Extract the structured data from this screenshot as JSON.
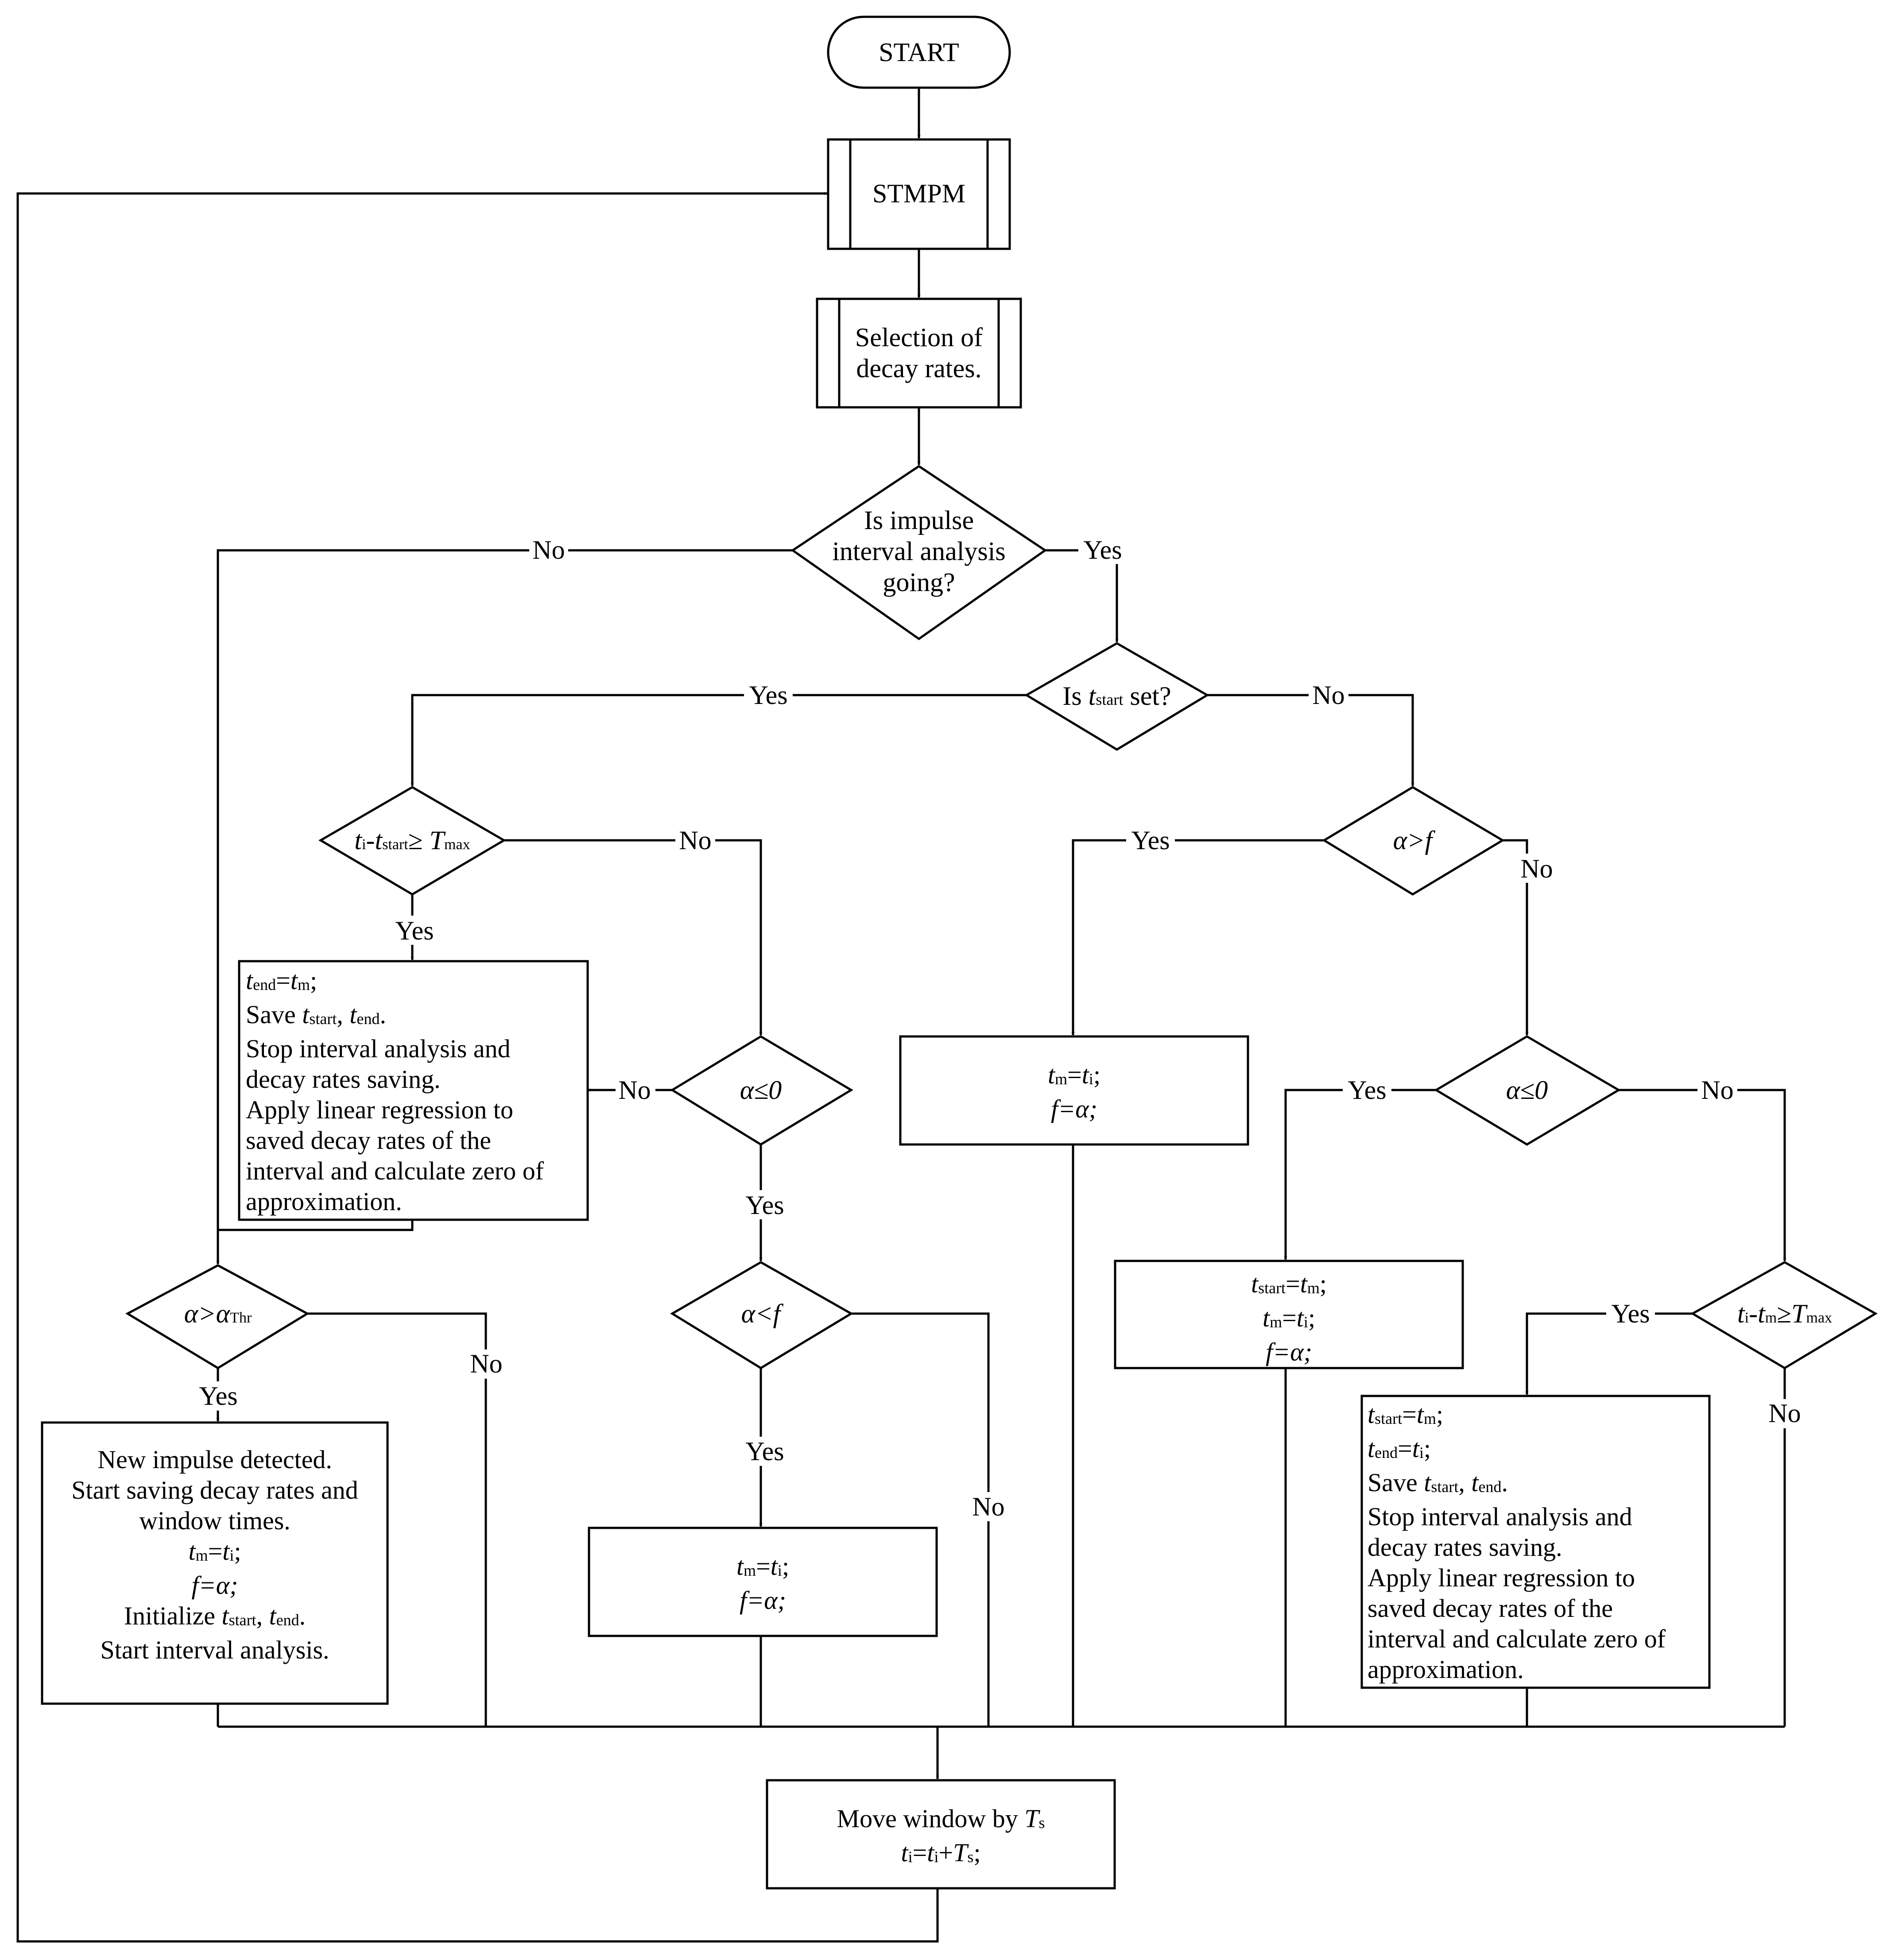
{
  "flow": {
    "start": "START",
    "stmpm": "STMPM",
    "selection": [
      "Selection of",
      "decay rates."
    ],
    "q_interval": [
      "Is impulse",
      "interval analysis",
      "going?"
    ],
    "q_tstart": {
      "pre": "Is ",
      "var": "t",
      "sub": "start",
      "post": " set?"
    },
    "q_tmax_left": {
      "a": "t",
      "a_sub": "i",
      "minus": "-",
      "b": "t",
      "b_sub": "start",
      "op": "≥ ",
      "c": "T",
      "c_sub": "max"
    },
    "q_alpha_gt_f": "α>f",
    "q_alpha_le0_left": "α≤0",
    "q_alpha_le0_right": "α≤0",
    "q_alpha_lt_f": "α<f",
    "q_alpha_thr": {
      "a": "α>α",
      "sub": "Thr"
    },
    "q_tmax_right": {
      "a": "t",
      "a_sub": "i",
      "minus": "-",
      "b": "t",
      "b_sub": "m",
      "op": "≥",
      "c": "T",
      "c_sub": "max"
    },
    "box_stop_left": {
      "l1": {
        "a": "t",
        "a_sub": "end",
        "eq": "=",
        "b": "t",
        "b_sub": "m",
        "end": ";"
      },
      "l2": {
        "pre": "Save ",
        "a": "t",
        "a_sub": "start",
        "mid": ", ",
        "b": "t",
        "b_sub": "end",
        "end": "."
      },
      "rest": [
        "Stop interval analysis and",
        "decay rates saving.",
        "Apply linear regression to",
        "saved decay rates of the",
        "interval and calculate zero of",
        "approximation."
      ]
    },
    "box_tm_ti_mid": {
      "a": "t",
      "a_sub": "m",
      "eq": "=",
      "b": "t",
      "b_sub": "i",
      "end": ";",
      "l2": "f=α;"
    },
    "box_tm_ti_center": {
      "a": "t",
      "a_sub": "m",
      "eq": "=",
      "b": "t",
      "b_sub": "i",
      "end": ";",
      "l2": "f=α;"
    },
    "box_tstart_tm": {
      "l1": {
        "a": "t",
        "a_sub": "start",
        "eq": "=",
        "b": "t",
        "b_sub": "m",
        "end": ";"
      },
      "l2": {
        "a": "t",
        "a_sub": "m",
        "eq": "=",
        "b": "t",
        "b_sub": "i",
        "end": ";"
      },
      "l3": "f=α;"
    },
    "box_new_impulse": {
      "top": [
        "New impulse detected.",
        "Start saving decay rates and",
        "window times."
      ],
      "l4": {
        "a": "t",
        "a_sub": "m",
        "eq": "=",
        "b": "t",
        "b_sub": "i",
        "end": ";"
      },
      "l5": "f=α;",
      "l6": {
        "pre": "Initialize ",
        "a": "t",
        "a_sub": "start",
        "mid": ", ",
        "b": "t",
        "b_sub": "end",
        "end": "."
      },
      "l7": "Start interval analysis."
    },
    "box_stop_right": {
      "l1": {
        "a": "t",
        "a_sub": "start",
        "eq": "=",
        "b": "t",
        "b_sub": "m",
        "end": ";"
      },
      "l2": {
        "a": "t",
        "a_sub": "end",
        "eq": "=",
        "b": "t",
        "b_sub": "i",
        "end": ";"
      },
      "l3": {
        "pre": "Save ",
        "a": "t",
        "a_sub": "start",
        "mid": ", ",
        "b": "t",
        "b_sub": "end",
        "end": "."
      },
      "rest": [
        "Stop interval analysis and",
        "decay rates saving.",
        "Apply linear regression to",
        "saved decay rates of the",
        "interval and calculate zero of",
        "approximation."
      ]
    },
    "box_move": {
      "l1": {
        "pre": "Move window by ",
        "a": "T",
        "a_sub": "s"
      },
      "l2": {
        "a": "t",
        "a_sub": "i",
        "eq": "=",
        "b": "t",
        "b_sub": "i",
        "plus": "+",
        "c": "T",
        "c_sub": "s",
        "end": ";"
      }
    },
    "labels": {
      "no_interval": "No",
      "yes_interval": "Yes",
      "yes_tstart": "Yes",
      "no_tstart": "No",
      "no_tmax_left": "No",
      "yes_tmax_left": "Yes",
      "yes_alpha_gt_f": "Yes",
      "no_alpha_gt_f": "No",
      "no_alpha_le0_left": "No",
      "yes_alpha_le0_left": "Yes",
      "yes_alpha_le0_right": "Yes",
      "no_alpha_le0_right": "No",
      "yes_alpha_thr": "Yes",
      "no_alpha_thr": "No",
      "yes_alpha_lt_f": "Yes",
      "no_alpha_lt_f": "No",
      "yes_tmax_right": "Yes",
      "no_tmax_right": "No"
    }
  }
}
